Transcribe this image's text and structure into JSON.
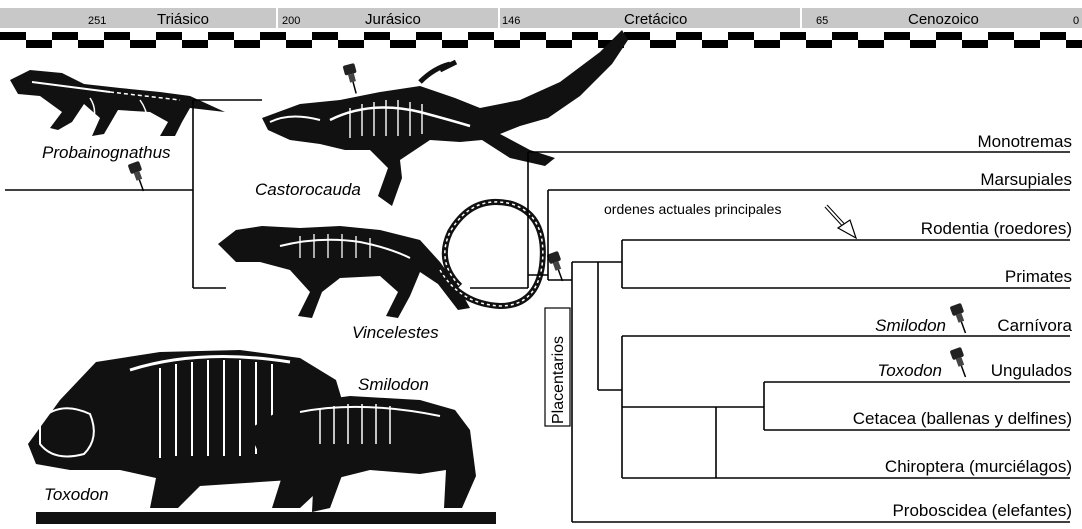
{
  "timescale": {
    "periods": [
      {
        "name": "Triásico"
      },
      {
        "name": "Jurásico"
      },
      {
        "name": "Cretácico"
      },
      {
        "name": "Cenozoico"
      }
    ],
    "ages": [
      "251",
      "200",
      "146",
      "65",
      "0"
    ]
  },
  "fossils": {
    "probainognathus": "Probainognathus",
    "castorocauda": "Castorocauda",
    "vincelestes": "Vincelestes",
    "smilodon_fig": "Smilodon",
    "toxodon_fig": "Toxodon"
  },
  "tree": {
    "monotremes": "Monotremas",
    "marsupials": "Marsupiales",
    "placentals": "Placentarios",
    "orders_note": "ordenes actuales principales",
    "orders": [
      {
        "label": "Rodentia (roedores)"
      },
      {
        "label": "Primates"
      },
      {
        "label": "Carnívora",
        "fossil": "Smilodon"
      },
      {
        "label": "Ungulados",
        "fossil": "Toxodon"
      },
      {
        "label": "Cetacea (ballenas y delfines)"
      },
      {
        "label": "Chiroptera (murciélagos)"
      },
      {
        "label": "Proboscidea (elefantes)"
      }
    ]
  },
  "colors": {
    "ink": "#000000",
    "bar_gray": "#c8c8c8",
    "paper": "#ffffff"
  }
}
